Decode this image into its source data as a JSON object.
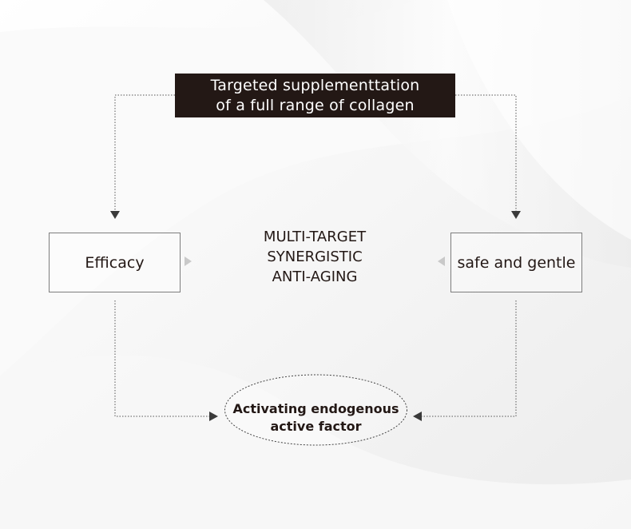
{
  "top_box": {
    "line1": "Targeted supplementtation",
    "line2": "of a full range of collagen"
  },
  "left_box": {
    "label": "Efficacy"
  },
  "right_box": {
    "label": "safe and gentle"
  },
  "center": {
    "line1": "MULTI-TARGET",
    "line2": "SYNERGISTIC",
    "line3": "ANTI-AGING"
  },
  "bottom_ellipse": {
    "line1": "Activating endogenous",
    "line2": "active factor"
  },
  "colors": {
    "dark_box": "#231815",
    "text": "#231815",
    "connector": "#555555",
    "small_arrow": "#c9c9c9",
    "background": "#f4f4f4"
  }
}
